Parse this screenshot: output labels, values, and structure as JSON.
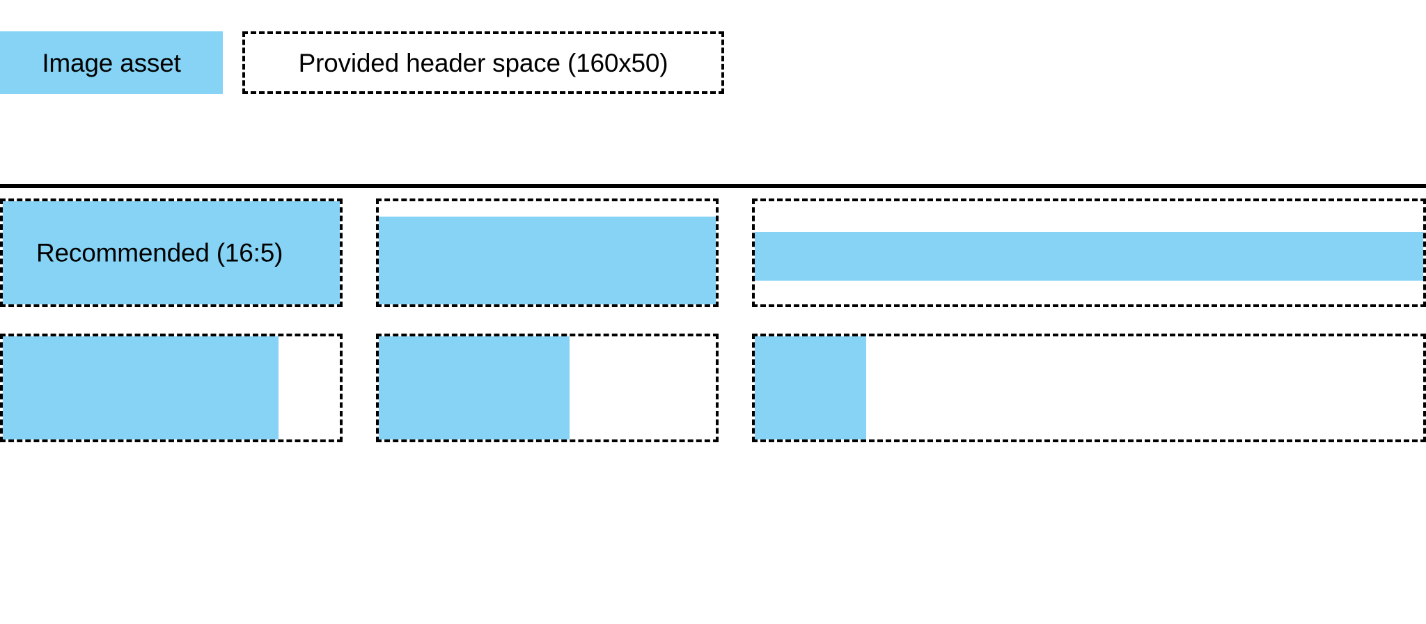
{
  "colors": {
    "asset_blue": "#86D3F5",
    "outline": "#000000",
    "background": "#FFFFFF"
  },
  "legend": {
    "swatch_label": "Image asset",
    "space_label": "Provided header space (160x50)",
    "swatch_icon": "filled-rectangle-icon",
    "space_icon": "dashed-rectangle-icon"
  },
  "divider": {
    "label": "section-divider"
  },
  "examples": {
    "recommended_label": "Recommended (16:5)",
    "rows": [
      {
        "name": "height-variants",
        "cells": [
          {
            "name": "recommended-fill",
            "fill_width_pct": 100,
            "fill_height_pct": 100,
            "align_x": "left",
            "align_y": "center",
            "labelled": true
          },
          {
            "name": "shorter-height-variant",
            "fill_width_pct": 100,
            "fill_height_pct": 82,
            "align_x": "left",
            "align_y": "center",
            "labelled": false
          },
          {
            "name": "shortest-height-variant",
            "fill_width_pct": 100,
            "fill_height_pct": 45,
            "align_x": "left",
            "align_y": "center",
            "labelled": false
          }
        ]
      },
      {
        "name": "width-variants",
        "cells": [
          {
            "name": "wide-width-variant",
            "fill_width_pct": 81,
            "fill_height_pct": 100,
            "align_x": "left",
            "align_y": "center",
            "labelled": false
          },
          {
            "name": "medium-width-variant",
            "fill_width_pct": 56,
            "fill_height_pct": 100,
            "align_x": "left",
            "align_y": "center",
            "labelled": false
          },
          {
            "name": "narrow-width-variant",
            "fill_width_pct": 17,
            "fill_height_pct": 100,
            "align_x": "left",
            "align_y": "center",
            "labelled": false
          }
        ]
      }
    ]
  }
}
